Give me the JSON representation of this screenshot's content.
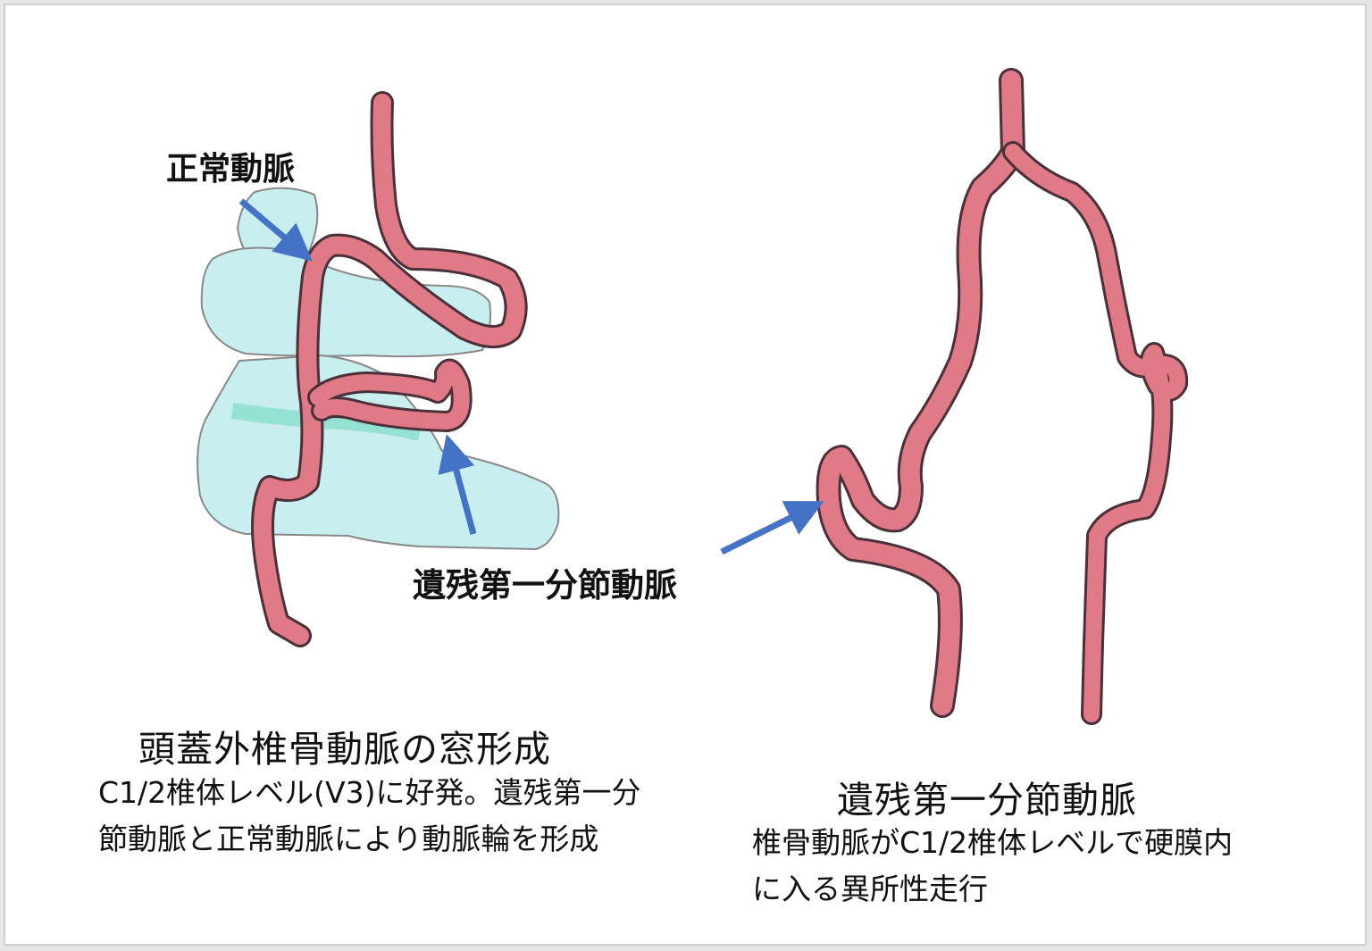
{
  "labels": {
    "normal_artery": "正常動脈",
    "persistent_first_segmental_artery": "遺残第一分節動脈"
  },
  "left_caption": {
    "title": "頭蓋外椎骨動脈の窓形成",
    "body": "C1/2椎体レベル(V3)に好発。遺残第一分節動脈と正常動脈により動脈輪を形成"
  },
  "right_caption": {
    "title": "遺残第一分節動脈",
    "body": "椎骨動脈がC1/2椎体レベルで硬膜内に入る異所性走行"
  },
  "colors": {
    "artery_fill": "#e07a86",
    "artery_outline": "#4a3038",
    "bone_fill": "#c8eef0",
    "arrow": "#4472c4"
  }
}
